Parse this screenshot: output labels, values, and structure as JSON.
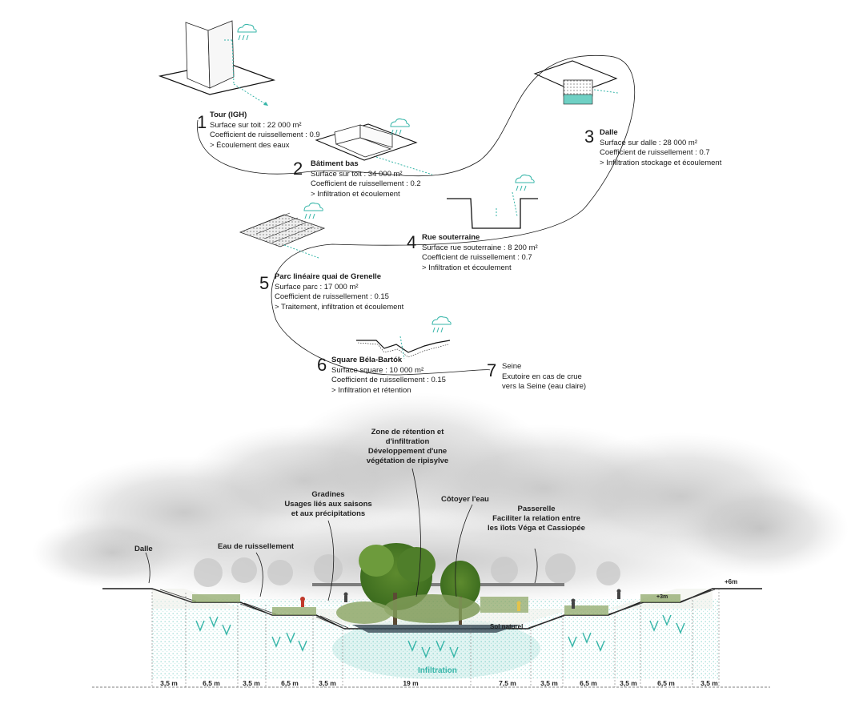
{
  "steps": [
    {
      "num": "1",
      "title": "Tour (IGH)",
      "lines": [
        "Surface sur toit : 22 000 m²",
        "Coefficient de ruissellement : 0.9",
        "> Écoulement des eaux"
      ]
    },
    {
      "num": "2",
      "title": "Bâtiment bas",
      "lines": [
        "Surface sur toit : 34 000 m²",
        "Coefficient de ruissellement : 0.2",
        "> Infiltration et écoulement"
      ]
    },
    {
      "num": "3",
      "title": "Dalle",
      "lines": [
        "Surface sur dalle : 28 000 m²",
        "Coefficient de ruissellement : 0.7",
        "> Infiltration stockage et écoulement"
      ]
    },
    {
      "num": "4",
      "title": "Rue souterraine",
      "lines": [
        "Surface rue souterraine : 8 200 m²",
        "Coefficient de ruissellement : 0.7",
        "> Infiltration et écoulement"
      ]
    },
    {
      "num": "5",
      "title": "Parc linéaire quai de Grenelle",
      "lines": [
        "Surface parc : 17 000 m²",
        "Coefficient de ruissellement : 0.15",
        "> Traitement, infiltration et écoulement"
      ]
    },
    {
      "num": "6",
      "title": "Square Béla-Bartók",
      "lines": [
        "Surface square : 10 000 m²",
        "Coefficient de ruissellement : 0.15",
        "> Infiltration et rétention"
      ]
    },
    {
      "num": "7",
      "title": "Seine",
      "lines": [
        "Exutoire en cas de crue",
        "vers la Seine (eau claire)"
      ]
    }
  ],
  "section": {
    "labels": {
      "dalle": "Dalle",
      "eau": "Eau de ruissellement",
      "gradines": [
        "Gradines",
        "Usages liés aux saisons",
        "et aux précipitations"
      ],
      "zone": [
        "Zone de rétention et",
        "d'infiltration",
        "Développement d'une",
        "végétation de ripisylve"
      ],
      "cotoyer": "Côtoyer l'eau",
      "passerelle": [
        "Passerelle",
        "Faciliter la relation entre",
        "les îlots Véga et Cassiopée"
      ],
      "plus6": "+6m",
      "plus3": "+3m",
      "sol": "Sol naturel",
      "infiltration": "Infiltration"
    },
    "dimensions": [
      "3,5 m",
      "6,5 m",
      "3,5 m",
      "6,5 m",
      "3,5 m",
      "19 m",
      "7,5 m",
      "3,5 m",
      "6,5 m",
      "3,5 m",
      "6,5 m",
      "3,5 m"
    ]
  },
  "colors": {
    "water": "#35b5a8",
    "ink": "#1a1a1a",
    "cloud": "#bdbdbd",
    "grass": "#7f9a58"
  }
}
